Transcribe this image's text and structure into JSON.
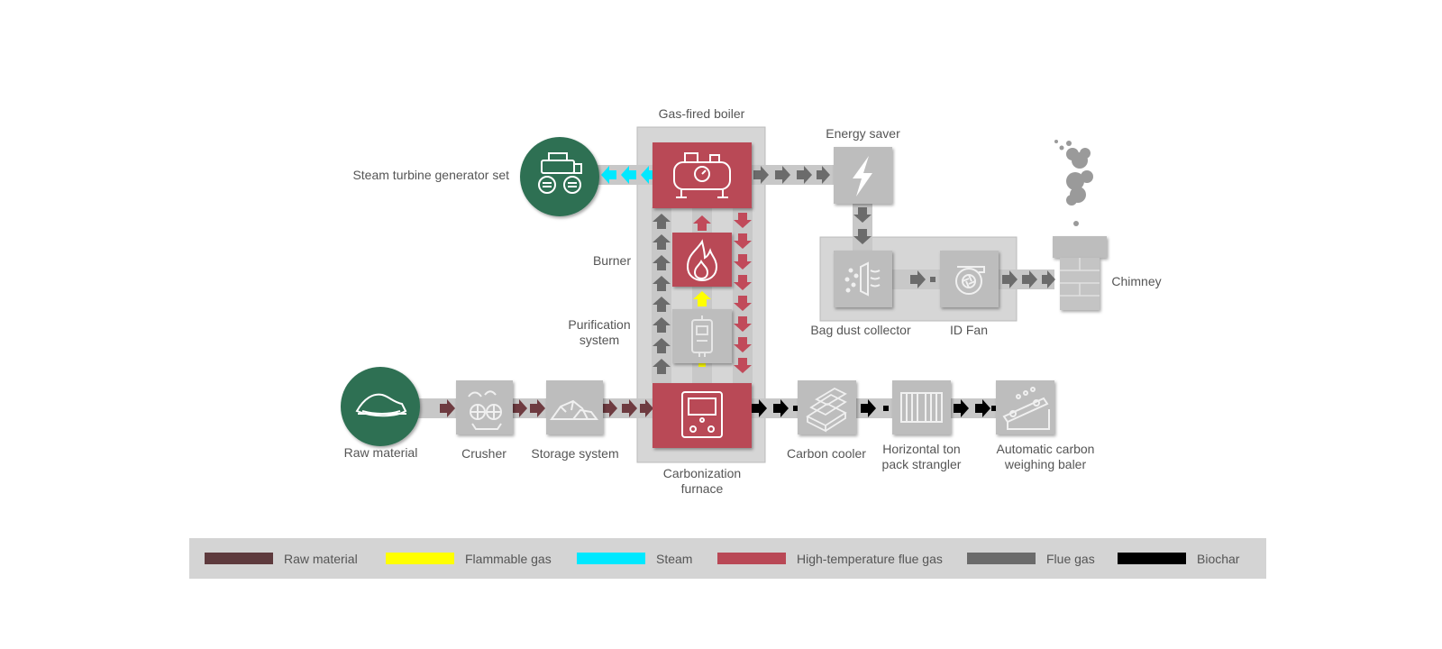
{
  "diagram": {
    "labels": {
      "gas_fired_boiler": "Gas-fired boiler",
      "energy_saver": "Energy saver",
      "steam_turbine": "Steam turbine generator set",
      "burner": "Burner",
      "purification": "Purification system",
      "bag_dust": "Bag dust collector",
      "id_fan": "ID Fan",
      "chimney": "Chimney",
      "raw_material": "Raw material",
      "crusher": "Crusher",
      "storage": "Storage system",
      "carbonization": "Carbonization furnace",
      "carbon_cooler": "Carbon cooler",
      "strangler": "Horizontal ton pack strangler",
      "baler": "Automatic carbon weighing baler"
    },
    "icons": [
      "tractor-icon",
      "boiler-icon",
      "flame-icon",
      "purifier-icon",
      "lightning-icon",
      "dust-filter-icon",
      "fan-icon",
      "chimney-icon",
      "smoke-icon",
      "raw-material-icon",
      "crusher-icon",
      "rocks-icon",
      "furnace-icon",
      "coal-stack-icon",
      "pack-strangler-icon",
      "baler-icon"
    ]
  },
  "legend": [
    {
      "label": "Raw material",
      "color": "#5e3a3d"
    },
    {
      "label": "Flammable gas",
      "color": "#ffff00"
    },
    {
      "label": "Steam",
      "color": "#00e8ff"
    },
    {
      "label": "High-temperature flue gas",
      "color": "#b94856"
    },
    {
      "label": "Flue gas",
      "color": "#6b6b6b"
    },
    {
      "label": "Biochar",
      "color": "#000000"
    }
  ],
  "colors": {
    "box_gray": "#bdbdbd",
    "pipe_gray": "#c8c8c8",
    "hot_red": "#b94856",
    "green_circle": "#2e6f53",
    "frame": "#d6d6d6"
  }
}
